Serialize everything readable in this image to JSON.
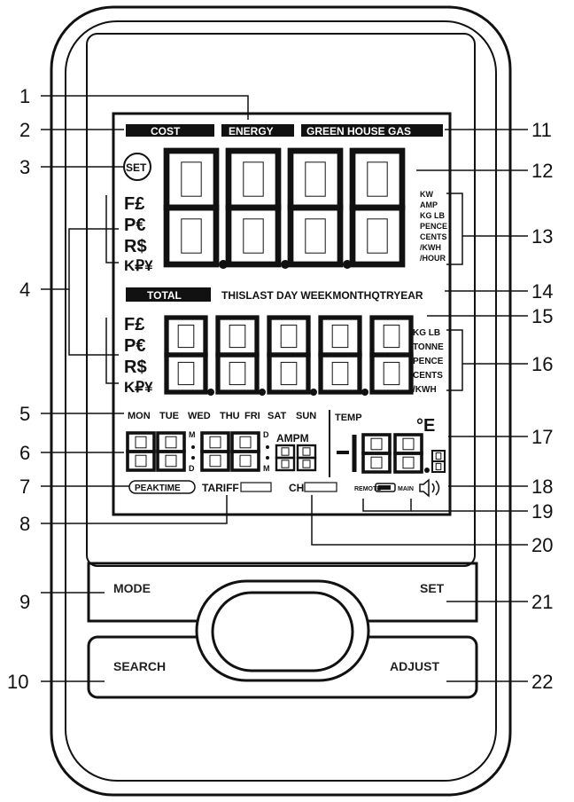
{
  "callouts": [
    "1",
    "2",
    "3",
    "4",
    "5",
    "6",
    "7",
    "8",
    "9",
    "10",
    "11",
    "12",
    "13",
    "14",
    "15",
    "16",
    "17",
    "18",
    "19",
    "20",
    "21",
    "22"
  ],
  "top_bar": {
    "cost": "COST",
    "energy": "ENERGY",
    "ghg": "GREEN HOUSE GAS"
  },
  "set_icon": "SET",
  "currency": {
    "c1": "F£",
    "c2": "P€",
    "c3": "R$",
    "c4": "K₽¥"
  },
  "units_top": [
    "KW",
    "AMP",
    "KG LB",
    "PENCE",
    "CENTS",
    "/KWH",
    "/HOUR"
  ],
  "total_bar": {
    "total": "TOTAL",
    "periods": "THISLAST DAY WEEKMONTHQTRYEAR"
  },
  "units_bottom": [
    "KG LB",
    "TONNE",
    "PENCE",
    "CENTS",
    "/KWH"
  ],
  "weekdays": [
    "MON",
    "TUE",
    "WED",
    "THU",
    "FRI",
    "SAT",
    "SUN"
  ],
  "temp": {
    "label": "TEMP",
    "unit": "°E",
    "big": "-188",
    "small": "8"
  },
  "clock": {
    "digits": "88:88",
    "sec": "88",
    "ampm": "AMPM",
    "d": "D",
    "m": "M"
  },
  "indicators": {
    "peak": "PEAKTIME",
    "tariff": "TARIFF",
    "ch": "CH",
    "remote": "REMOTE",
    "main": "MAIN"
  },
  "buttons": {
    "mode": "MODE",
    "set": "SET",
    "search": "SEARCH",
    "adjust": "ADJUST"
  }
}
